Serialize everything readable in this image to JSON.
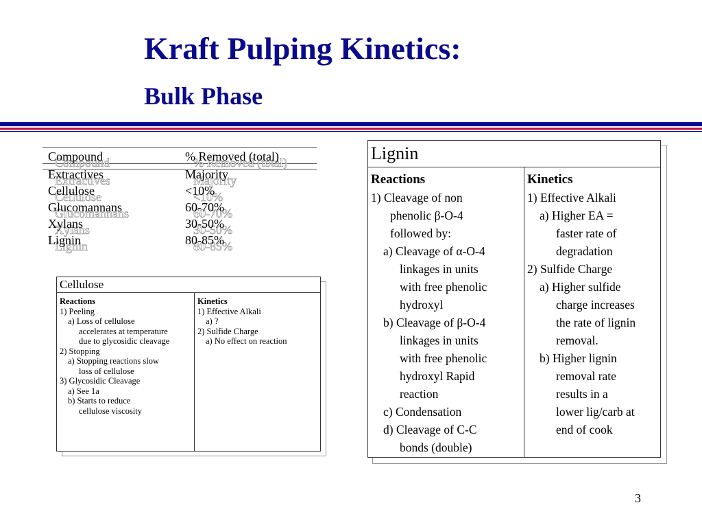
{
  "slide": {
    "title": "Kraft Pulping Kinetics:",
    "subtitle": "Bulk Phase",
    "page_number": "3"
  },
  "compounds": {
    "headers": [
      "Compound",
      "% Removed (total)"
    ],
    "rows": [
      [
        "Extractives",
        "Majority"
      ],
      [
        "Cellulose",
        "<10%"
      ],
      [
        "Glucomannans",
        "60-70%"
      ],
      [
        "Xylans",
        "30-50%"
      ],
      [
        "Lignin",
        "80-85%"
      ]
    ]
  },
  "cellulose": {
    "title": "Cellulose",
    "reactions_head": "Reactions",
    "reactions": [
      "1)  Peeling",
      "a) Loss of cellulose",
      "accelerates at temperature",
      "due to glycosidic cleavage",
      "2)  Stopping",
      "a) Stopping reactions slow",
      "loss of cellulose",
      "3)  Glycosidic Cleavage",
      "a) See 1a",
      "b) Starts to reduce",
      "cellulose viscosity"
    ],
    "kinetics_head": "Kinetics",
    "kinetics": [
      "1)  Effective Alkali",
      "a) ?",
      "2)  Sulfide Charge",
      "a) No effect on reaction"
    ]
  },
  "lignin": {
    "title": "Lignin",
    "reactions_head": "Reactions",
    "reactions": [
      "1)  Cleavage of non",
      "phenolic β-O-4",
      "followed by:",
      "a) Cleavage of α-O-4",
      "linkages in units",
      "with free phenolic",
      "hydroxyl",
      "b) Cleavage of β-O-4",
      "linkages in units",
      "with free phenolic",
      "hydroxyl Rapid",
      "reaction",
      "c) Condensation",
      "d) Cleavage of C-C",
      "bonds (double)"
    ],
    "kinetics_head": "Kinetics",
    "kinetics": [
      "1)  Effective Alkali",
      "a) Higher EA =",
      "faster rate of",
      "degradation",
      "2)  Sulfide Charge",
      "a) Higher sulfide",
      "charge increases",
      "the rate of lignin",
      "removal.",
      "b) Higher lignin",
      "removal rate",
      "results in a",
      "lower lig/carb at",
      "end of cook"
    ]
  },
  "colors": {
    "title": "#0a0a8c",
    "accent_rule": "#c4104c"
  }
}
